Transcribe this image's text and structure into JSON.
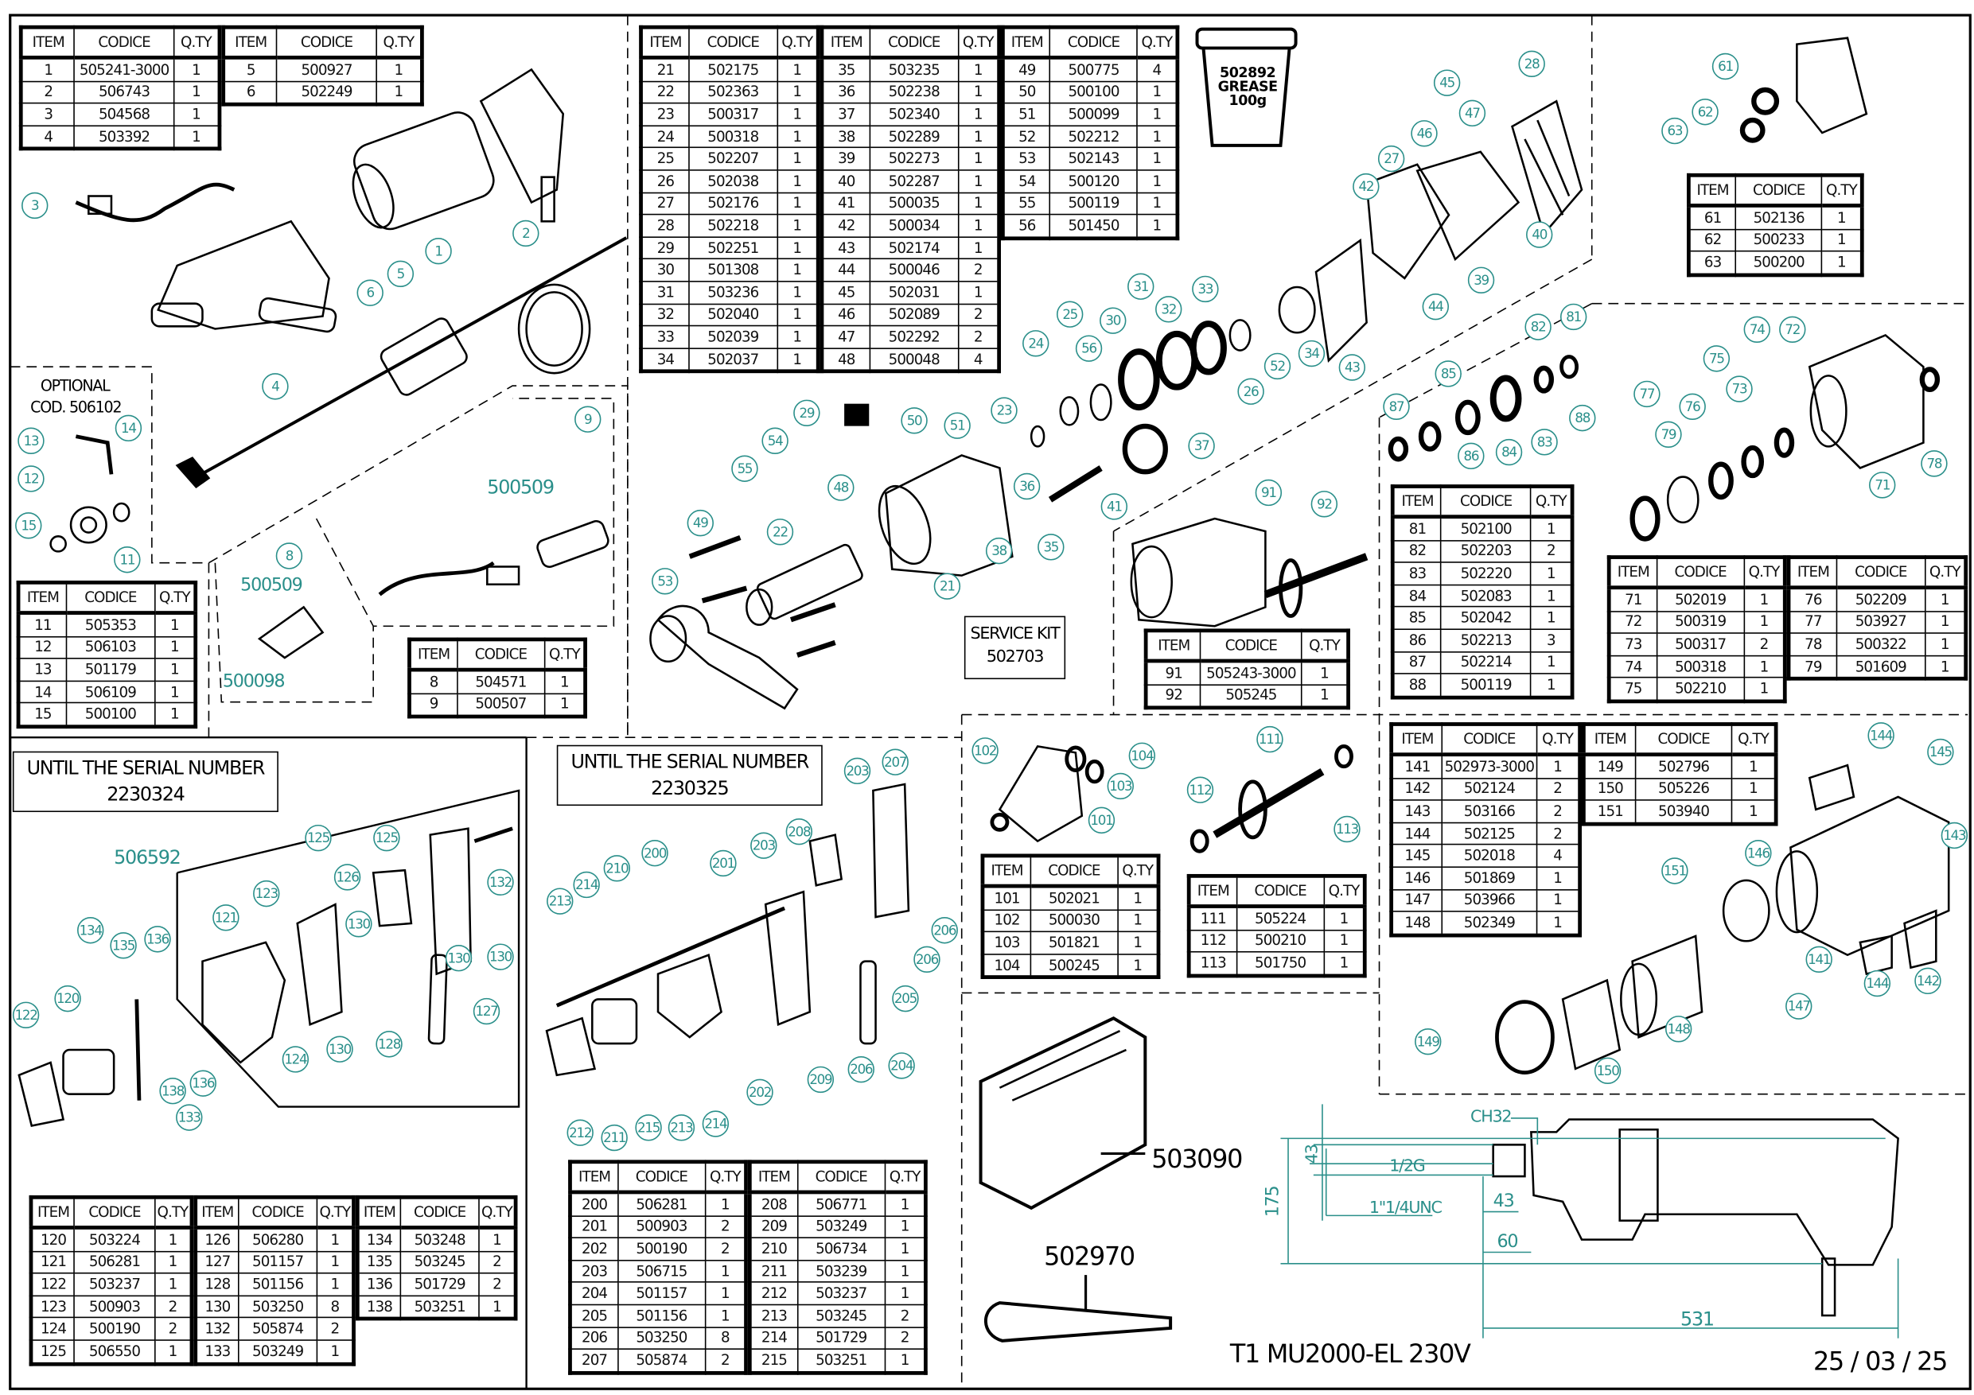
{
  "colors": {
    "accent": "#2a8f8a",
    "line": "#000000"
  },
  "headers": [
    "ITEM",
    "CODICE",
    "Q.TY"
  ],
  "tables": [
    {
      "blocks": [
        [
          [
            "1",
            "505241-3000",
            "1"
          ],
          [
            "2",
            "506743",
            "1"
          ],
          [
            "3",
            "504568",
            "1"
          ],
          [
            "4",
            "503392",
            "1"
          ]
        ],
        [
          [
            "5",
            "500927",
            "1"
          ],
          [
            "6",
            "502249",
            "1"
          ]
        ]
      ]
    },
    {
      "blocks": [
        [
          [
            "21",
            "502175",
            "1"
          ],
          [
            "22",
            "502363",
            "1"
          ],
          [
            "23",
            "500317",
            "1"
          ],
          [
            "24",
            "500318",
            "1"
          ],
          [
            "25",
            "502207",
            "1"
          ],
          [
            "26",
            "502038",
            "1"
          ],
          [
            "27",
            "502176",
            "1"
          ],
          [
            "28",
            "502218",
            "1"
          ],
          [
            "29",
            "502251",
            "1"
          ],
          [
            "30",
            "501308",
            "1"
          ],
          [
            "31",
            "503236",
            "1"
          ],
          [
            "32",
            "502040",
            "1"
          ],
          [
            "33",
            "502039",
            "1"
          ],
          [
            "34",
            "502037",
            "1"
          ]
        ],
        [
          [
            "35",
            "503235",
            "1"
          ],
          [
            "36",
            "502238",
            "1"
          ],
          [
            "37",
            "502340",
            "1"
          ],
          [
            "38",
            "502289",
            "1"
          ],
          [
            "39",
            "502273",
            "1"
          ],
          [
            "40",
            "502287",
            "1"
          ],
          [
            "41",
            "500035",
            "1"
          ],
          [
            "42",
            "500034",
            "1"
          ],
          [
            "43",
            "502174",
            "1"
          ],
          [
            "44",
            "500046",
            "2"
          ],
          [
            "45",
            "502031",
            "1"
          ],
          [
            "46",
            "502089",
            "2"
          ],
          [
            "47",
            "502292",
            "2"
          ],
          [
            "48",
            "500048",
            "4"
          ]
        ],
        [
          [
            "49",
            "500775",
            "4"
          ],
          [
            "50",
            "500100",
            "1"
          ],
          [
            "51",
            "500099",
            "1"
          ],
          [
            "52",
            "502212",
            "1"
          ],
          [
            "53",
            "502143",
            "1"
          ],
          [
            "54",
            "500120",
            "1"
          ],
          [
            "55",
            "500119",
            "1"
          ],
          [
            "56",
            "501450",
            "1"
          ]
        ]
      ]
    },
    {
      "blocks": [
        [
          [
            "61",
            "502136",
            "1"
          ],
          [
            "62",
            "500233",
            "1"
          ],
          [
            "63",
            "500200",
            "1"
          ]
        ]
      ]
    },
    {
      "blocks": [
        [
          [
            "81",
            "502100",
            "1"
          ],
          [
            "82",
            "502203",
            "2"
          ],
          [
            "83",
            "502220",
            "1"
          ],
          [
            "84",
            "502083",
            "1"
          ],
          [
            "85",
            "502042",
            "1"
          ],
          [
            "86",
            "502213",
            "3"
          ],
          [
            "87",
            "502214",
            "1"
          ],
          [
            "88",
            "500119",
            "1"
          ]
        ]
      ]
    },
    {
      "blocks": [
        [
          [
            "71",
            "502019",
            "1"
          ],
          [
            "72",
            "500319",
            "1"
          ],
          [
            "73",
            "500317",
            "2"
          ],
          [
            "74",
            "500318",
            "1"
          ],
          [
            "75",
            "502210",
            "1"
          ]
        ],
        [
          [
            "76",
            "502209",
            "1"
          ],
          [
            "77",
            "503927",
            "1"
          ],
          [
            "78",
            "500322",
            "1"
          ],
          [
            "79",
            "501609",
            "1"
          ]
        ]
      ]
    },
    {
      "blocks": [
        [
          [
            "11",
            "505353",
            "1"
          ],
          [
            "12",
            "506103",
            "1"
          ],
          [
            "13",
            "501179",
            "1"
          ],
          [
            "14",
            "506109",
            "1"
          ],
          [
            "15",
            "500100",
            "1"
          ]
        ]
      ]
    },
    {
      "blocks": [
        [
          [
            "8",
            "504571",
            "1"
          ],
          [
            "9",
            "500507",
            "1"
          ]
        ]
      ]
    },
    {
      "blocks": [
        [
          [
            "91",
            "505243-3000",
            "1"
          ],
          [
            "92",
            "505245",
            "1"
          ]
        ]
      ]
    },
    {
      "blocks": [
        [
          [
            "101",
            "502021",
            "1"
          ],
          [
            "102",
            "500030",
            "1"
          ],
          [
            "103",
            "501821",
            "1"
          ],
          [
            "104",
            "500245",
            "1"
          ]
        ]
      ]
    },
    {
      "blocks": [
        [
          [
            "111",
            "505224",
            "1"
          ],
          [
            "112",
            "500210",
            "1"
          ],
          [
            "113",
            "501750",
            "1"
          ]
        ]
      ]
    },
    {
      "blocks": [
        [
          [
            "141",
            "502973-3000",
            "1"
          ],
          [
            "142",
            "502124",
            "2"
          ],
          [
            "143",
            "503166",
            "2"
          ],
          [
            "144",
            "502125",
            "2"
          ],
          [
            "145",
            "502018",
            "4"
          ],
          [
            "146",
            "501869",
            "1"
          ],
          [
            "147",
            "503966",
            "1"
          ],
          [
            "148",
            "502349",
            "1"
          ]
        ],
        [
          [
            "149",
            "502796",
            "1"
          ],
          [
            "150",
            "505226",
            "1"
          ],
          [
            "151",
            "503940",
            "1"
          ]
        ]
      ]
    },
    {
      "blocks": [
        [
          [
            "120",
            "503224",
            "1"
          ],
          [
            "121",
            "506281",
            "1"
          ],
          [
            "122",
            "503237",
            "1"
          ],
          [
            "123",
            "500903",
            "2"
          ],
          [
            "124",
            "500190",
            "2"
          ],
          [
            "125",
            "506550",
            "1"
          ]
        ],
        [
          [
            "126",
            "506280",
            "1"
          ],
          [
            "127",
            "501157",
            "1"
          ],
          [
            "128",
            "501156",
            "1"
          ],
          [
            "130",
            "503250",
            "8"
          ],
          [
            "132",
            "505874",
            "2"
          ],
          [
            "133",
            "503249",
            "1"
          ]
        ],
        [
          [
            "134",
            "503248",
            "1"
          ],
          [
            "135",
            "503245",
            "2"
          ],
          [
            "136",
            "501729",
            "2"
          ],
          [
            "138",
            "503251",
            "1"
          ]
        ]
      ]
    },
    {
      "blocks": [
        [
          [
            "200",
            "506281",
            "1"
          ],
          [
            "201",
            "500903",
            "2"
          ],
          [
            "202",
            "500190",
            "2"
          ],
          [
            "203",
            "506715",
            "1"
          ],
          [
            "204",
            "501157",
            "1"
          ],
          [
            "205",
            "501156",
            "1"
          ],
          [
            "206",
            "503250",
            "8"
          ],
          [
            "207",
            "505874",
            "2"
          ]
        ],
        [
          [
            "208",
            "506771",
            "1"
          ],
          [
            "209",
            "503249",
            "1"
          ],
          [
            "210",
            "506734",
            "1"
          ],
          [
            "211",
            "503239",
            "1"
          ],
          [
            "212",
            "503237",
            "1"
          ],
          [
            "213",
            "503245",
            "2"
          ],
          [
            "214",
            "501729",
            "2"
          ],
          [
            "215",
            "503251",
            "1"
          ]
        ]
      ]
    }
  ],
  "balloons": [
    "1",
    "2",
    "3",
    "4",
    "5",
    "6",
    "8",
    "9",
    "11",
    "12",
    "13",
    "14",
    "15",
    "21",
    "22",
    "23",
    "24",
    "25",
    "26",
    "27",
    "28",
    "29",
    "30",
    "31",
    "32",
    "33",
    "34",
    "35",
    "36",
    "37",
    "38",
    "39",
    "40",
    "41",
    "42",
    "43",
    "44",
    "45",
    "46",
    "47",
    "48",
    "49",
    "50",
    "51",
    "52",
    "53",
    "54",
    "55",
    "56",
    "61",
    "62",
    "63",
    "71",
    "72",
    "73",
    "74",
    "75",
    "76",
    "77",
    "78",
    "79",
    "81",
    "82",
    "83",
    "84",
    "85",
    "86",
    "87",
    "88",
    "91",
    "92",
    "101",
    "102",
    "103",
    "104",
    "111",
    "112",
    "113",
    "120",
    "121",
    "122",
    "123",
    "124",
    "125",
    "125",
    "126",
    "127",
    "128",
    "130",
    "130",
    "130",
    "130",
    "132",
    "133",
    "134",
    "135",
    "136",
    "136",
    "138",
    "141",
    "142",
    "143",
    "144",
    "144",
    "145",
    "146",
    "147",
    "148",
    "149",
    "150",
    "151",
    "200",
    "201",
    "202",
    "203",
    "203",
    "204",
    "205",
    "206",
    "206",
    "206",
    "207",
    "208",
    "209",
    "210",
    "211",
    "212",
    "213",
    "213",
    "214",
    "214",
    "215"
  ],
  "labels": {
    "optional_line1": "OPTIONAL",
    "optional_line2": "COD. 506102",
    "code_500509_a": "500509",
    "code_500509_b": "500509",
    "code_500098": "500098",
    "code_506592": "506592",
    "case_code": "503090",
    "wrench_code": "502970",
    "service_kit_line1": "SERVICE KIT",
    "service_kit_line2": "502703",
    "serial_left_line1": "UNTIL THE SERIAL NUMBER",
    "serial_left_line2": "2230324",
    "serial_right_line1": "UNTIL THE SERIAL NUMBER",
    "serial_right_line2": "2230325",
    "grease_code": "502892",
    "grease_name": "GREASE",
    "grease_weight": "100g"
  },
  "dimensions": {
    "ch": "CH32",
    "d43_top": "43",
    "thread_g": "1/2G",
    "thread_unc": "1\"1/4UNC",
    "d43": "43",
    "d60": "60",
    "d175": "175",
    "d531": "531"
  },
  "footer": {
    "title": "T1 MU2000-EL 230V",
    "date": "25 / 03 / 25"
  }
}
